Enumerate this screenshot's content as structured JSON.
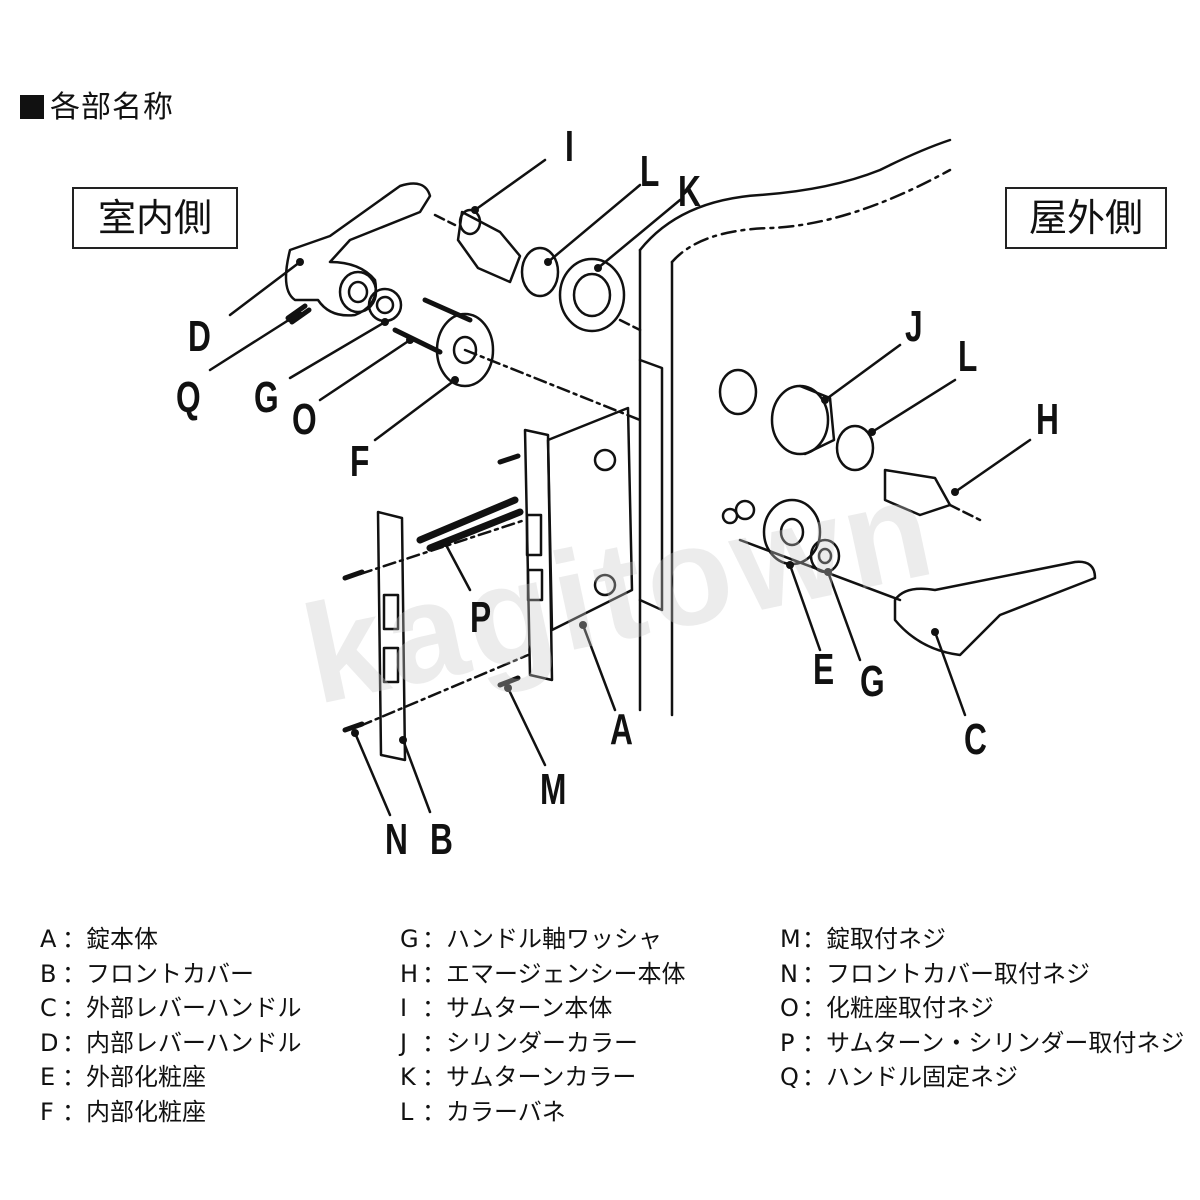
{
  "section_title": "各部名称",
  "side_labels": {
    "indoor": "室内側",
    "outdoor": "屋外側"
  },
  "watermark": "kagitown",
  "callouts": [
    "I",
    "L",
    "K",
    "D",
    "Q",
    "G",
    "O",
    "F",
    "J",
    "L",
    "H",
    "P",
    "A",
    "M",
    "E",
    "G",
    "C",
    "N",
    "B"
  ],
  "legend": {
    "column1": [
      {
        "key": "A",
        "label": "：錠本体"
      },
      {
        "key": "B",
        "label": "：フロントカバー"
      },
      {
        "key": "C",
        "label": "：外部レバーハンドル"
      },
      {
        "key": "D",
        "label": "：内部レバーハンドル"
      },
      {
        "key": "E",
        "label": "：外部化粧座"
      },
      {
        "key": "F",
        "label": "：内部化粧座"
      }
    ],
    "column2": [
      {
        "key": "G",
        "label": "：ハンドル軸ワッシャ"
      },
      {
        "key": "H",
        "label": "：エマージェンシー本体"
      },
      {
        "key": "I",
        "label": "：サムターン本体"
      },
      {
        "key": "J",
        "label": "：シリンダーカラー"
      },
      {
        "key": "K",
        "label": "：サムターンカラー"
      },
      {
        "key": "L",
        "label": "：カラーバネ"
      }
    ],
    "column3": [
      {
        "key": "M",
        "label": "：錠取付ネジ"
      },
      {
        "key": "N",
        "label": "：フロントカバー取付ネジ"
      },
      {
        "key": "O",
        "label": "：化粧座取付ネジ"
      },
      {
        "key": "P",
        "label": "：サムターン・シリンダー取付ネジ"
      },
      {
        "key": "Q",
        "label": "：ハンドル固定ネジ"
      }
    ]
  }
}
